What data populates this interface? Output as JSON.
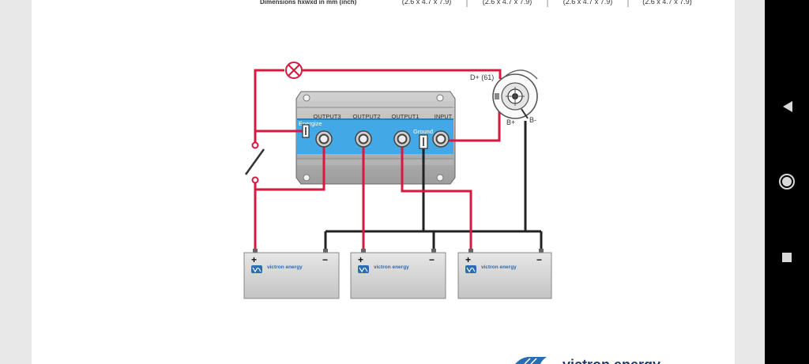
{
  "spec_table": {
    "row_label": "Dimensions hxwxd in mm (inch)",
    "cells": [
      "(2.6 x 4.7 x 7.9)",
      "(2.6 x 4.7 x 7.9)",
      "(2.6 x 4.7 x 7.9)",
      "(2.6 x 4.7 x 7.9)"
    ]
  },
  "diagram": {
    "terminals": {
      "output3": "OUTPUT3",
      "output2": "OUTPUT2",
      "output1": "OUTPUT1",
      "input": "INPUT",
      "energize": "Energize",
      "ground": "Ground"
    },
    "alternator": {
      "d_plus": "D+ (61)",
      "b_plus": "B+",
      "b_minus": "B-"
    },
    "battery": {
      "brand": "victron energy",
      "plus": "+",
      "minus": "−"
    },
    "colors": {
      "positive_wire": "#d7193f",
      "negative_wire": "#222222",
      "isolator_panel": "#43a9e6"
    }
  },
  "footer": {
    "brand": "victron energy"
  },
  "nav": {
    "back": "back-icon",
    "home": "home-icon",
    "recents": "recents-icon"
  }
}
